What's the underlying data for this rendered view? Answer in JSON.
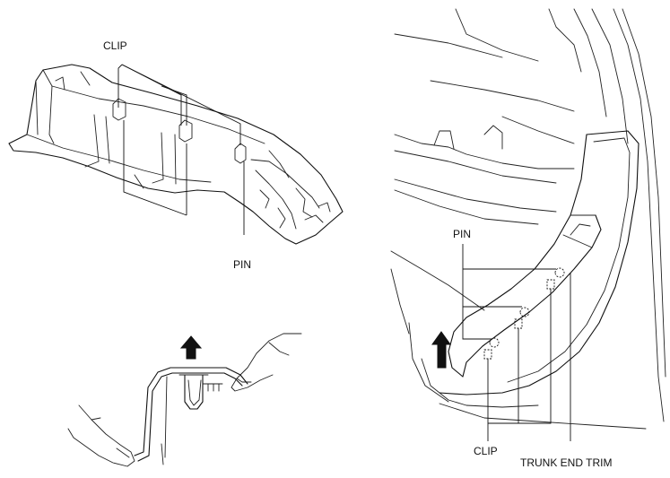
{
  "labels": {
    "clip_top": "CLIP",
    "pin_top": "PIN",
    "pin_right": "PIN",
    "clip_bottom": "CLIP",
    "trunk_end_trim": "TRUNK END TRIM"
  },
  "icons": {
    "lift_arrow_bottom": "up-arrow-icon",
    "lift_arrow_right": "up-arrow-icon"
  }
}
